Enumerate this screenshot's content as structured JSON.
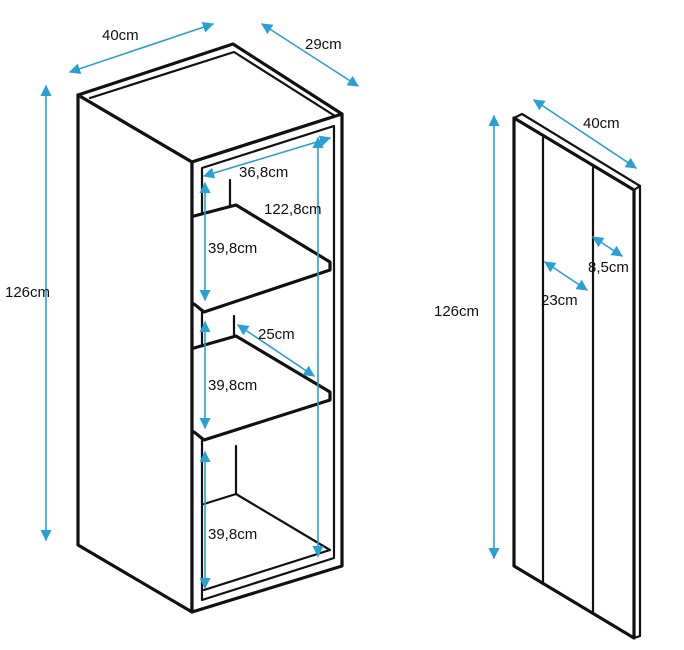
{
  "colors": {
    "dimension_line": "#2a9fd6",
    "outline": "#111111",
    "background": "#ffffff"
  },
  "cabinet": {
    "width": "40cm",
    "depth": "29cm",
    "height": "126cm",
    "inner_width": "36,8cm",
    "inner_height": "122,8cm",
    "shelf_depth": "25cm",
    "compartment_heights": [
      "39,8cm",
      "39,8cm",
      "39,8cm"
    ]
  },
  "front_panel": {
    "width": "40cm",
    "height": "126cm",
    "groove_spacing": "23cm",
    "groove_width": "8,5cm"
  }
}
